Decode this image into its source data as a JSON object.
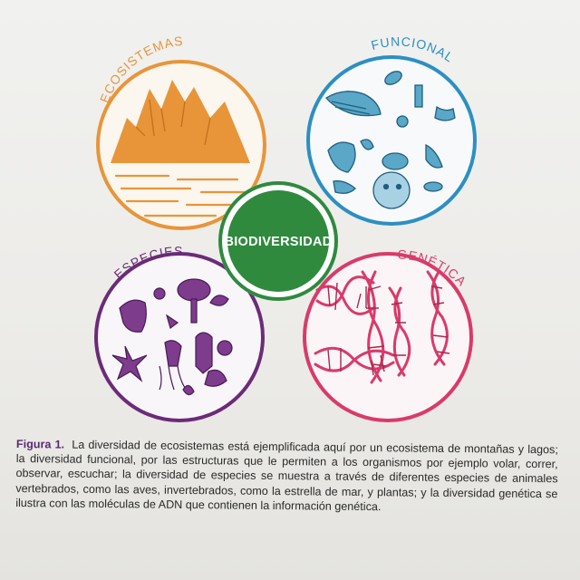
{
  "diagram": {
    "center": {
      "label": "BIODIVERSIDAD",
      "color": "#2f8a3e"
    },
    "circles": [
      {
        "key": "ecosistemas",
        "label": "ECOSISTEMAS",
        "color": "#e8953a",
        "illustration": "mountains-lake"
      },
      {
        "key": "funcional",
        "label": "FUNCIONAL",
        "color": "#2c8fc2",
        "illustration": "wings-paws-fins"
      },
      {
        "key": "especies",
        "label": "ESPECIES",
        "color": "#6b2b78",
        "illustration": "animals-plants"
      },
      {
        "key": "genetica",
        "label": "GENÉTICA",
        "color": "#d93a6a",
        "illustration": "dna-strands"
      }
    ]
  },
  "caption": {
    "label": "Figura 1.",
    "text": "La diversidad de ecosistemas está ejemplificada aquí por un ecosistema de montañas y lagos; la diversidad funcional, por las estructuras que le permiten a los organismos por ejemplo volar, correr, observar, escuchar; la diversidad de especies se muestra a través de diferentes especies de animales vertebrados, como las aves, invertebrados, como la estrella de mar, y plantas; y la diversidad genética se ilustra con las moléculas de ADN que contienen la información genética."
  }
}
